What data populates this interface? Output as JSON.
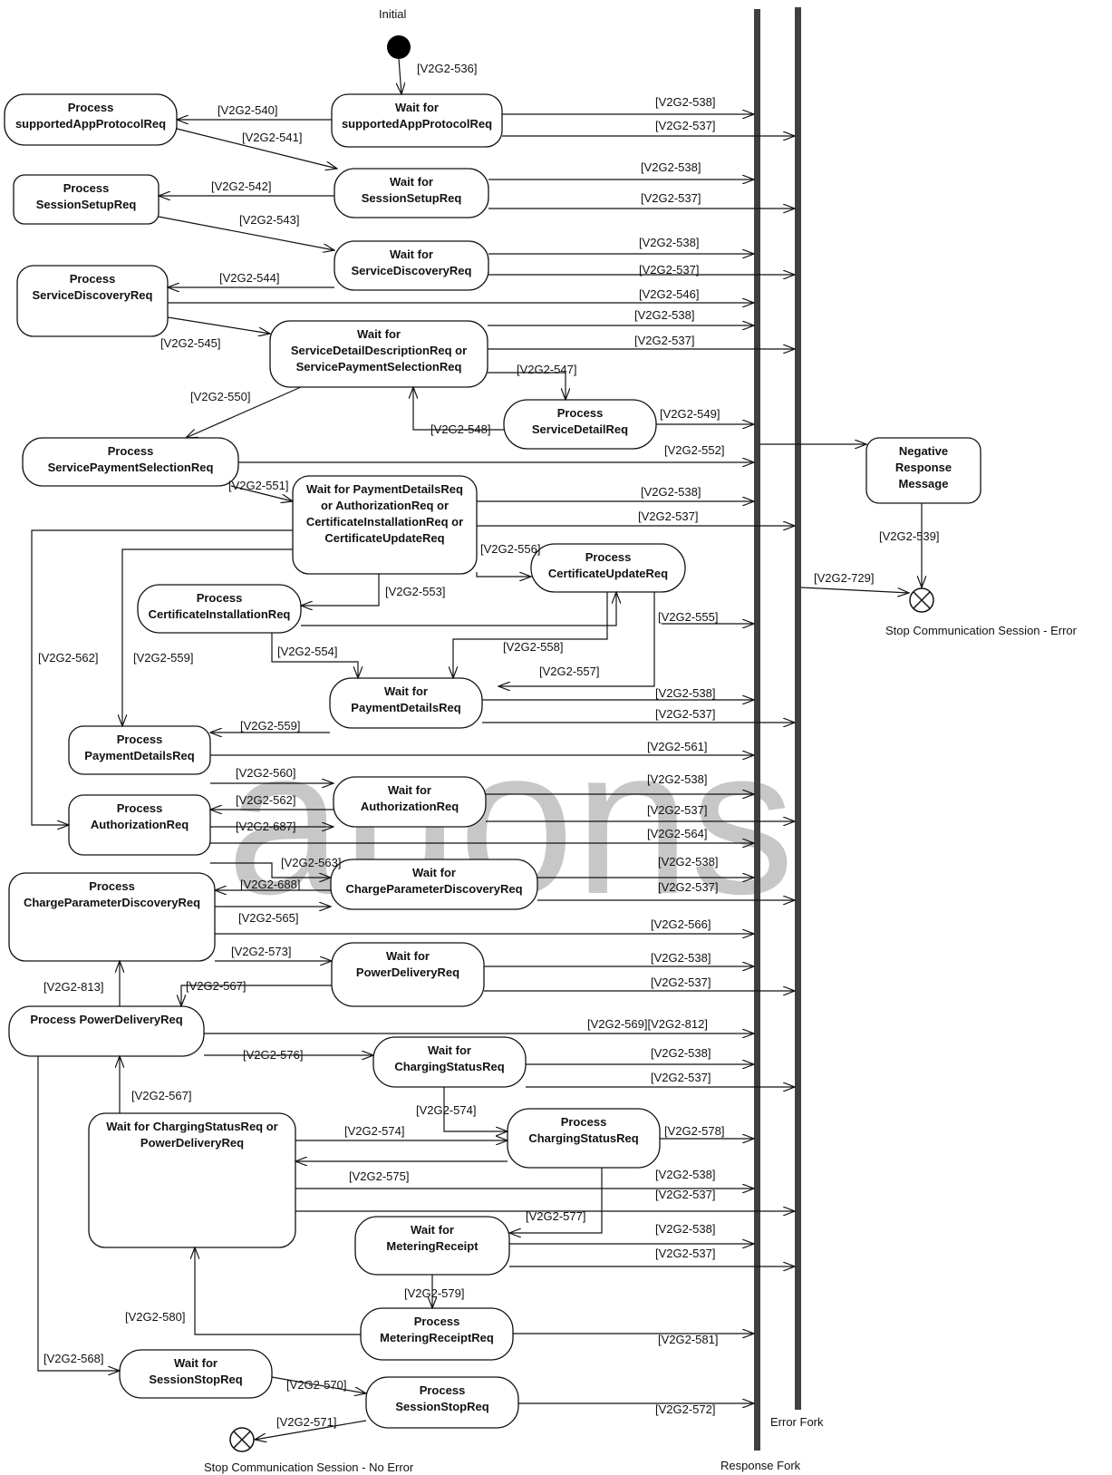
{
  "diagram": {
    "initial_label": "Initial",
    "error_fork_label": "Error Fork",
    "response_fork_label": "Response Fork",
    "stop_error_label": "Stop Communication Session - Error",
    "stop_no_error_label": "Stop Communication Session - No Error",
    "watermark": "auons",
    "states": {
      "wait_sap": [
        "Wait for",
        "supportedAppProtocolReq"
      ],
      "proc_sap": [
        "Process",
        "supportedAppProtocolReq"
      ],
      "wait_setup": [
        "Wait for",
        "SessionSetupReq"
      ],
      "proc_setup": [
        "Process",
        "SessionSetupReq"
      ],
      "wait_disc": [
        "Wait for",
        "ServiceDiscoveryReq"
      ],
      "proc_disc": [
        "Process",
        "ServiceDiscoveryReq"
      ],
      "wait_sdd": [
        "Wait for",
        "ServiceDetailDescriptionReq or",
        "ServicePaymentSelectionReq"
      ],
      "proc_detail": [
        "Process",
        "ServiceDetailReq"
      ],
      "proc_psel": [
        "Process",
        "ServicePaymentSelectionReq"
      ],
      "neg_resp": [
        "Negative",
        "Response",
        "Message"
      ],
      "wait_pay": [
        "Wait for PaymentDetailsReq",
        "or AuthorizationReq or",
        "CertificateInstallationReq or",
        "CertificateUpdateReq"
      ],
      "proc_cupd": [
        "Process",
        "CertificateUpdateReq"
      ],
      "proc_cinst": [
        "Process",
        "CertificateInstallationReq"
      ],
      "wait_pd": [
        "Wait for",
        "PaymentDetailsReq"
      ],
      "proc_pd": [
        "Process",
        "PaymentDetailsReq"
      ],
      "wait_auth": [
        "Wait for",
        "AuthorizationReq"
      ],
      "proc_auth": [
        "Process",
        "AuthorizationReq"
      ],
      "wait_cpd": [
        "Wait for",
        "ChargeParameterDiscoveryReq"
      ],
      "proc_cpd": [
        "Process",
        "ChargeParameterDiscoveryReq"
      ],
      "wait_pdel": [
        "Wait for",
        "PowerDeliveryReq"
      ],
      "proc_pdel": [
        "Process PowerDeliveryReq"
      ],
      "wait_cs": [
        "Wait for",
        "ChargingStatusReq"
      ],
      "wait_csp": [
        "Wait for ChargingStatusReq or",
        "PowerDeliveryReq"
      ],
      "proc_cs": [
        "Process",
        "ChargingStatusReq"
      ],
      "wait_mr": [
        "Wait for",
        "MeteringReceipt"
      ],
      "proc_mr": [
        "Process",
        "MeteringReceiptReq"
      ],
      "wait_stop": [
        "Wait for",
        "SessionStopReq"
      ],
      "proc_stop": [
        "Process",
        "SessionStopReq"
      ]
    },
    "labels": {
      "l536": "[V2G2-536]",
      "l540": "[V2G2-540]",
      "l541": "[V2G2-541]",
      "l538a": "[V2G2-538]",
      "l537a": "[V2G2-537]",
      "l542": "[V2G2-542]",
      "l543": "[V2G2-543]",
      "l538b": "[V2G2-538]",
      "l537b": "[V2G2-537]",
      "l544": "[V2G2-544]",
      "l545": "[V2G2-545]",
      "l538c": "[V2G2-538]",
      "l537c": "[V2G2-537]",
      "l546": "[V2G2-546]",
      "l538d": "[V2G2-538]",
      "l537d": "[V2G2-537]",
      "l547": "[V2G2-547]",
      "l548": "[V2G2-548]",
      "l549": "[V2G2-549]",
      "l550": "[V2G2-550]",
      "l552": "[V2G2-552]",
      "l551": "[V2G2-551]",
      "l538e": "[V2G2-538]",
      "l537e": "[V2G2-537]",
      "l539": "[V2G2-539]",
      "l729": "[V2G2-729]",
      "l556": "[V2G2-556]",
      "l553": "[V2G2-553]",
      "l555": "[V2G2-555]",
      "l562a": "[V2G2-562]",
      "l559a": "[V2G2-559]",
      "l554": "[V2G2-554]",
      "l558": "[V2G2-558]",
      "l557": "[V2G2-557]",
      "l538f": "[V2G2-538]",
      "l537f": "[V2G2-537]",
      "l559b": "[V2G2-559]",
      "l561": "[V2G2-561]",
      "l560": "[V2G2-560]",
      "l538g": "[V2G2-538]",
      "l562b": "[V2G2-562]",
      "l537g": "[V2G2-537]",
      "l687": "[V2G2-687]",
      "l564": "[V2G2-564]",
      "l563": "[V2G2-563]",
      "l538h": "[V2G2-538]",
      "l688": "[V2G2-688]",
      "l537h": "[V2G2-537]",
      "l565": "[V2G2-565]",
      "l566": "[V2G2-566]",
      "l573": "[V2G2-573]",
      "l538i": "[V2G2-538]",
      "l813": "[V2G2-813]",
      "l567a": "[V2G2-567]",
      "l537i": "[V2G2-537]",
      "l569": "[V2G2-569][V2G2-812]",
      "l576": "[V2G2-576]",
      "l538j": "[V2G2-538]",
      "l537j": "[V2G2-537]",
      "l567b": "[V2G2-567]",
      "l574a": "[V2G2-574]",
      "l574b": "[V2G2-574]",
      "l578": "[V2G2-578]",
      "l575": "[V2G2-575]",
      "l538k": "[V2G2-538]",
      "l537k": "[V2G2-537]",
      "l577": "[V2G2-577]",
      "l538l": "[V2G2-538]",
      "l537l": "[V2G2-537]",
      "l580": "[V2G2-580]",
      "l579": "[V2G2-579]",
      "l581": "[V2G2-581]",
      "l568": "[V2G2-568]",
      "l570": "[V2G2-570]",
      "l572": "[V2G2-572]",
      "l571": "[V2G2-571]"
    }
  }
}
